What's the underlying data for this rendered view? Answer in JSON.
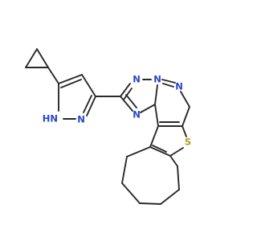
{
  "molecule": {
    "colors": {
      "carbon_bond": "#2a2a2a",
      "nitrogen": "#2b45c8",
      "sulfur": "#b59a1e"
    },
    "labels": {
      "nh": "HN",
      "n_pyrazole": "N",
      "n_triazole_top": "N",
      "n_triazole_left": "N",
      "n_bridge": "N",
      "n_pyrimidine_right": "N",
      "n_triazole_bottom": "N",
      "s_thiophene": "S"
    }
  }
}
